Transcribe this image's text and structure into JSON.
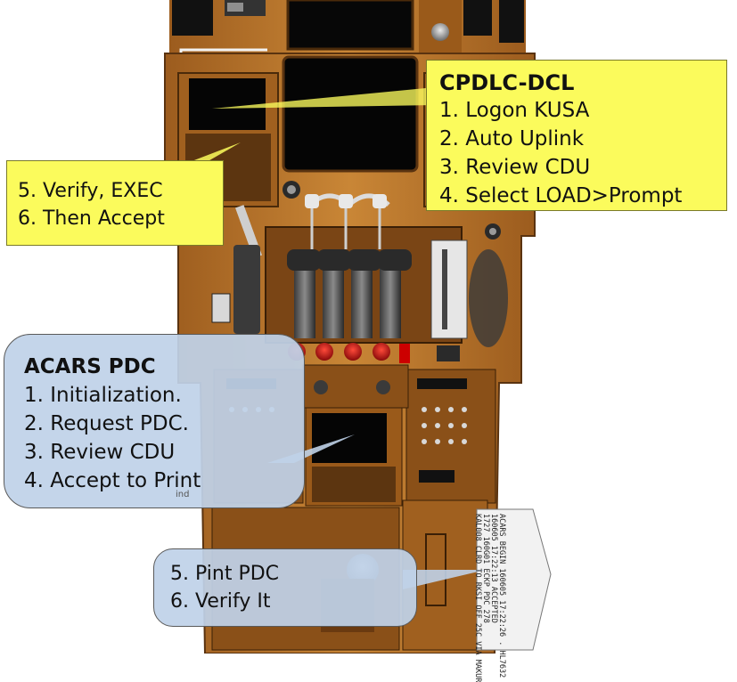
{
  "cpdlc_callout": {
    "title": "CPDLC-DCL",
    "steps": [
      "1. Logon KUSA",
      "2. Auto Uplink",
      "3. Review CDU",
      "4. Select LOAD>Prompt"
    ]
  },
  "verify_callout": {
    "steps": [
      "5. Verify, EXEC",
      "6. Then Accept"
    ]
  },
  "acars_callout": {
    "title": "ACARS PDC",
    "steps": [
      "1. Initialization.",
      "2. Request PDC.",
      "3. Review CDU",
      "4. Accept to Print"
    ],
    "faint_label": "ind"
  },
  "print_callout": {
    "steps": [
      "5. Pint PDC",
      "6. Verify It"
    ]
  },
  "printout": {
    "lines": [
      "ACARS BEGIN 160605 17:22:26 . HL7632",
      "160605 17:22:13 ACCEPTED",
      "1727 160G01 ECKP PDC 278",
      "KAL008 CLRD TO RKSI OFF 25C VIA MAKUR"
    ]
  },
  "colors": {
    "panel": "#b8732c",
    "panel_dark": "#6e3f14",
    "screen": "#060606",
    "callout_yellow": "#fbfb5c",
    "callout_blue": "#bfd2e8"
  }
}
